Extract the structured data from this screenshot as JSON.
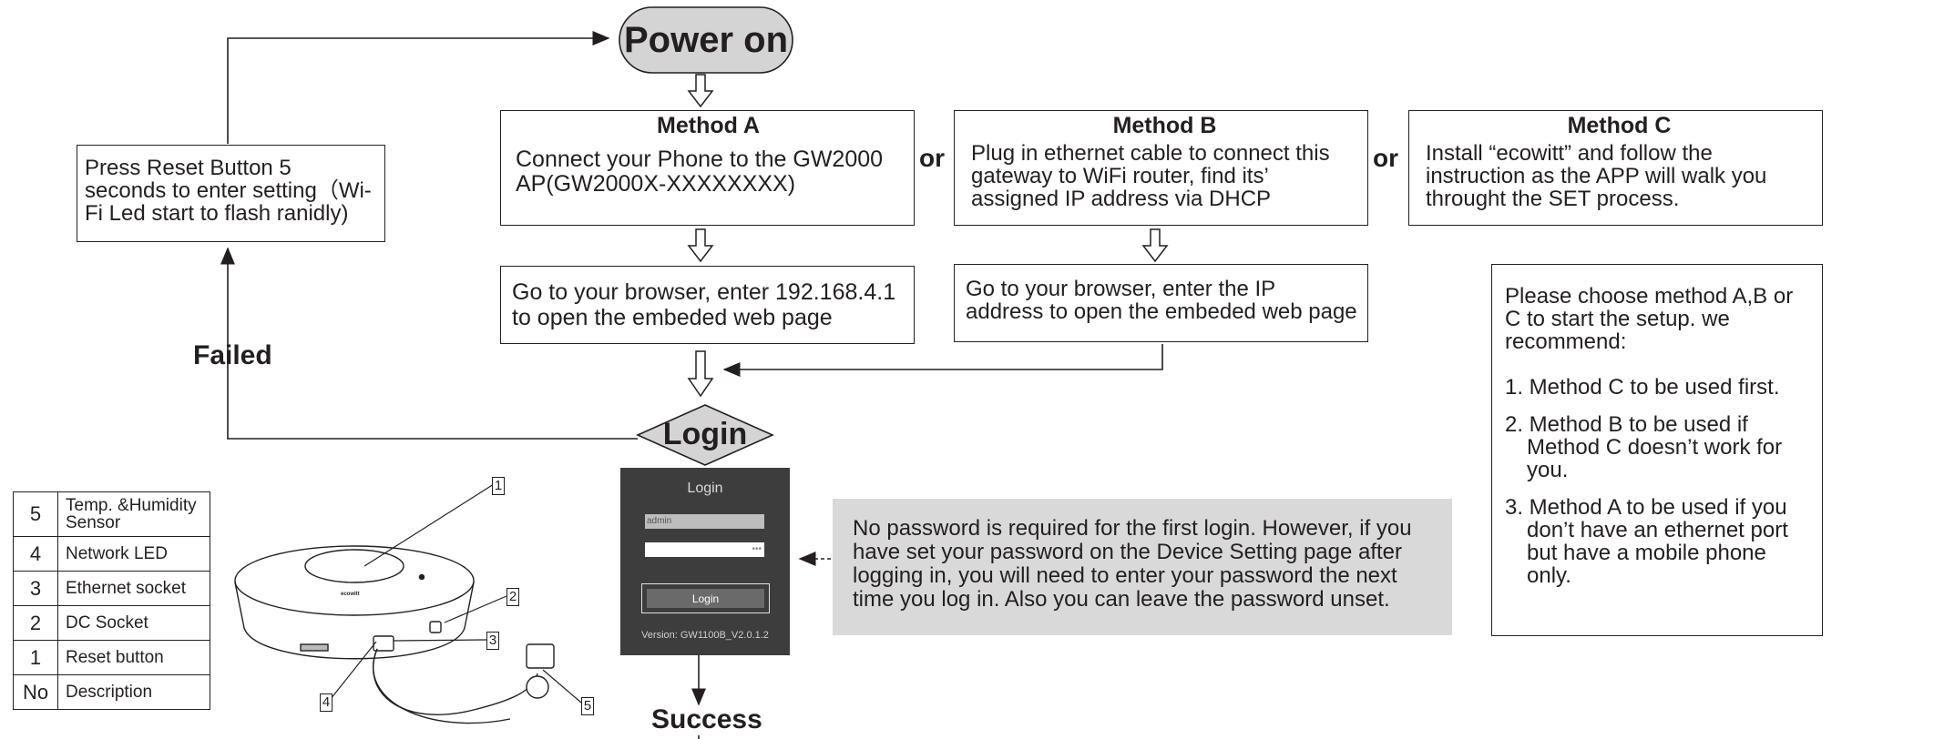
{
  "power_on": "Power on",
  "reset_box": "Press Reset Button 5 seconds to enter setting（Wi-Fi Led start to flash ranidly)",
  "failed": "Failed",
  "or_label": "or",
  "methods": [
    {
      "title": "Method A",
      "text": "Connect your Phone to the GW2000 AP(GW2000X-XXXXXXXX)"
    },
    {
      "title": "Method B",
      "text": "Plug in ethernet cable to connect this gateway to WiFi router, find its’ assigned IP address via DHCP"
    },
    {
      "title": "Method C",
      "text": "Install “ecowitt” and follow the instruction as the APP will walk you throught the SET process."
    }
  ],
  "browser_a": "Go to your browser, enter 192.168.4.1 to open the embeded web page",
  "browser_b": "Go to your browser, enter the IP address to open the embeded web page",
  "recommend": {
    "intro": "Please choose method A,B or C to start the setup. we recommend:",
    "items": [
      "1. Method C to be used first.",
      "2. Method B to be used if Method C doesn’t work for you.",
      "3. Method A to be used if you don’t have an ethernet port but have a mobile phone only."
    ]
  },
  "login": "Login",
  "login_panel": {
    "title": "Login",
    "username_value": "admin",
    "password_mask": "•••",
    "button": "Login",
    "version": "Version: GW1100B_V2.0.1.2"
  },
  "note": "No password is required for the first login. However, if you have set your password on the Device Setting page after logging in, you will need to enter your password the next time you log in. Also you can leave the password unset.",
  "success": "Success",
  "legend": [
    {
      "no": "5",
      "desc": "Temp. &Humidity Sensor"
    },
    {
      "no": "4",
      "desc": "Network LED"
    },
    {
      "no": "3",
      "desc": "Ethernet socket"
    },
    {
      "no": "2",
      "desc": "DC Socket"
    },
    {
      "no": "1",
      "desc": "Reset button"
    },
    {
      "no": "No",
      "desc": "Description"
    }
  ],
  "callouts": [
    "1",
    "2",
    "3",
    "4",
    "5"
  ],
  "device_brand": "ecowitt"
}
